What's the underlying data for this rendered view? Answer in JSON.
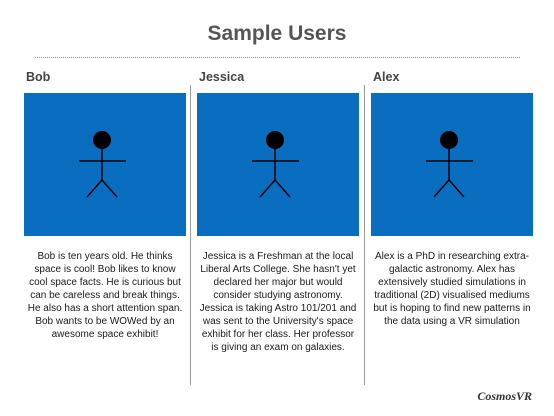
{
  "page": {
    "title": "Sample Users",
    "brand": "CosmosVR"
  },
  "colors": {
    "panel": "#0a6ec0",
    "title": "#555555"
  },
  "users": [
    {
      "name": "Bob",
      "icon": "stick-figure-icon",
      "description": "Bob is ten years old. He thinks space is cool! Bob likes to know cool space facts. He is curious but can be careless and break things. He also has a short attention span. Bob wants to be WOWed by an awesome space exhibit!"
    },
    {
      "name": "Jessica",
      "icon": "stick-figure-icon",
      "description": "Jessica is a Freshman at the local Liberal Arts College. She hasn't yet declared her major but would consider studying astronomy. Jessica is taking Astro 101/201 and was sent to the University's space exhibit for her class. Her professor is giving an exam on galaxies."
    },
    {
      "name": "Alex",
      "icon": "stick-figure-icon",
      "description": "Alex is a PhD in researching extra-galactic astronomy. Alex has extensively studied simulations in traditional (2D) visualised mediums but is hoping to find new patterns in the data using a VR simulation"
    }
  ]
}
